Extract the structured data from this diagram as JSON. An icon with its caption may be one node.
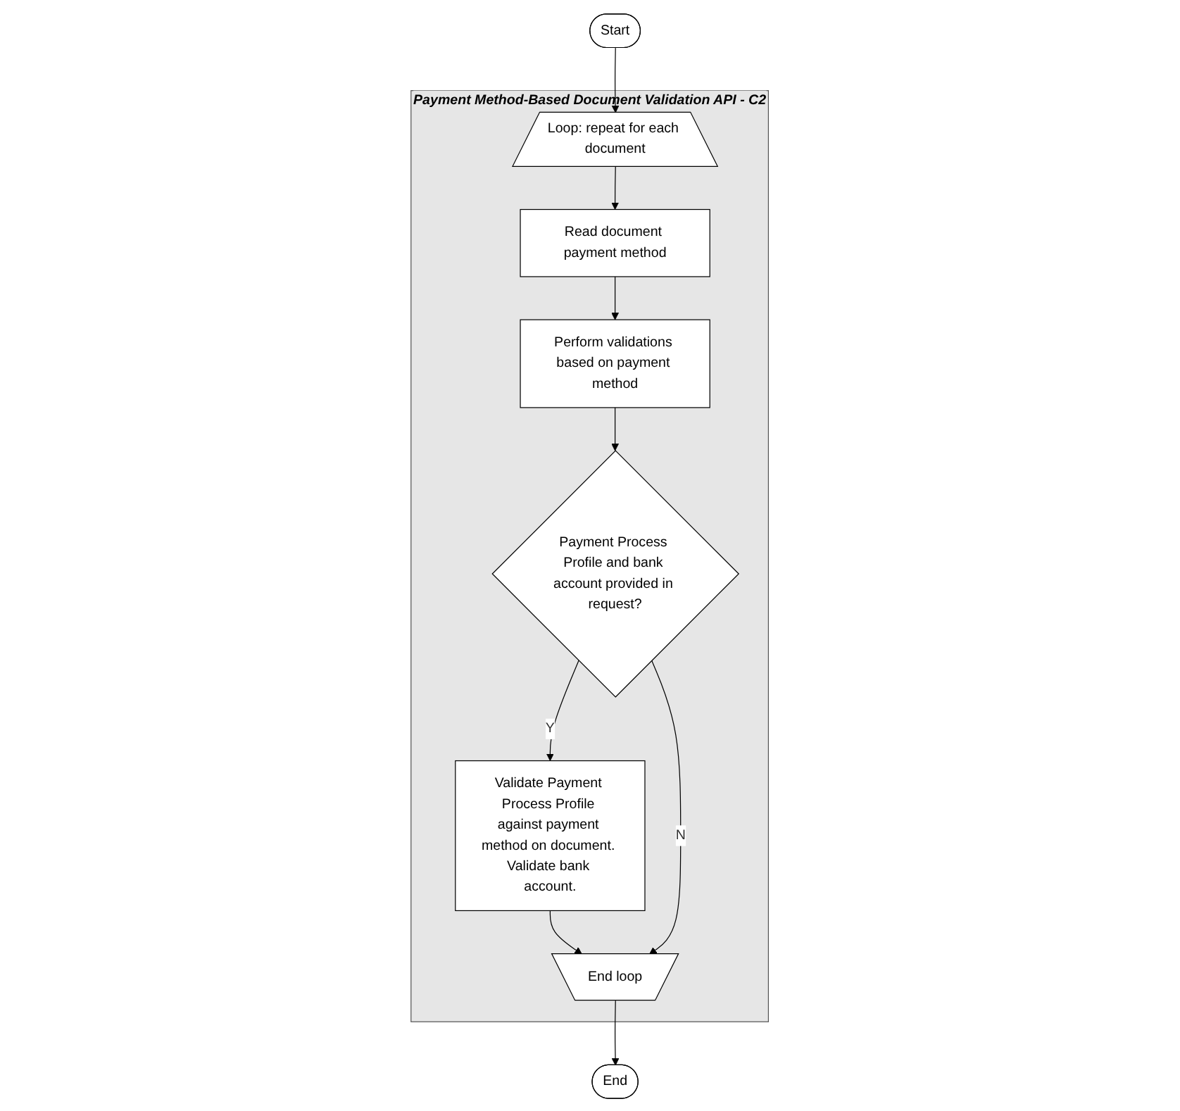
{
  "diagram": {
    "nodes": [
      {
        "text": [
          "Start"
        ]
      },
      {
        "text": [
          "Payment Method-Based Document Validation API - C2"
        ]
      },
      {
        "text": [
          "Loop: repeat for each document"
        ],
        "in": 1
      },
      {
        "text": [
          "Read document payment method"
        ],
        "in": 1
      },
      {
        "text": [
          "Perform validations based on payment method"
        ],
        "in": 1
      },
      {
        "text": [
          "Payment Process Profile and bank account provided in request?"
        ],
        "in": 1
      },
      {
        "text": [
          "Validate Payment Process Profile against payment method on document. Validate bank account."
        ],
        "in": 1
      },
      {
        "text": [
          "End loop"
        ],
        "in": 1
      },
      {
        "text": [
          "End"
        ]
      }
    ],
    "edges": [
      {
        "from": 0,
        "to": 2,
        "arrow": "to"
      },
      {
        "from": 2,
        "to": 3,
        "arrow": "to"
      },
      {
        "from": 3,
        "to": 4,
        "arrow": "to"
      },
      {
        "from": 4,
        "to": 5,
        "arrow": "to"
      },
      {
        "from": 5,
        "to": 6,
        "arrow": "to",
        "label": "Y"
      },
      {
        "from": 6,
        "to": 7,
        "arrow": "to"
      },
      {
        "from": 5,
        "to": 7,
        "arrow": "to",
        "label": "N"
      },
      {
        "from": 7,
        "to": 8,
        "arrow": "to"
      }
    ]
  }
}
